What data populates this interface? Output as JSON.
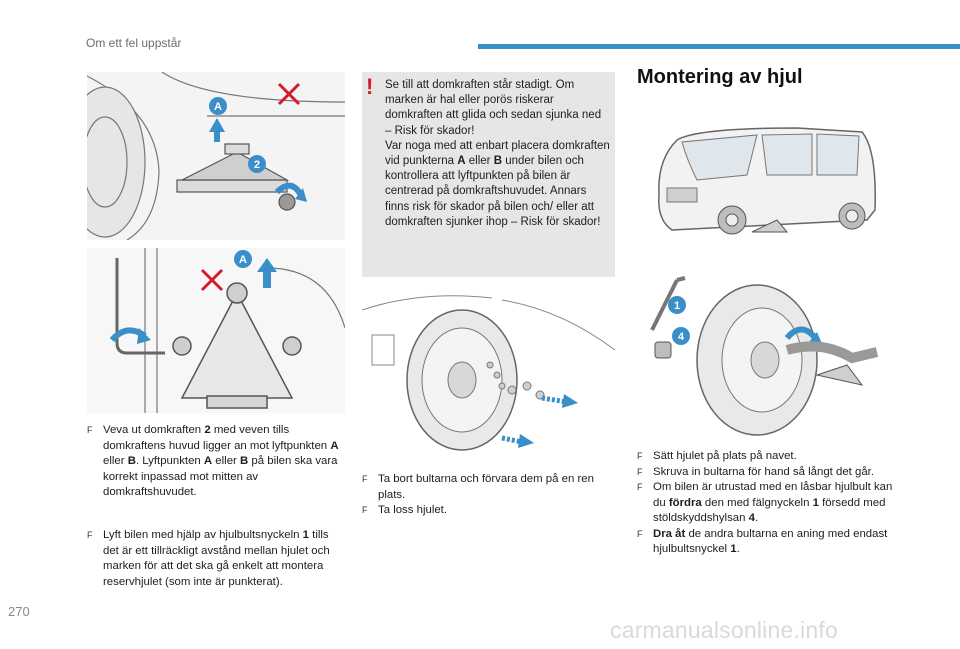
{
  "header": {
    "section": "Om ett fel uppstår",
    "accent": "#3b8fc9"
  },
  "figures": {
    "jack_top": {
      "labels": [
        "A",
        "2"
      ]
    },
    "jack_bottom": {
      "labels": [
        "A"
      ]
    },
    "wheel_off": {
      "labels": []
    },
    "van": {
      "labels": []
    },
    "wheel_on": {
      "labels": [
        "1",
        "4"
      ]
    }
  },
  "warning": {
    "mark": "!",
    "text_parts": [
      "Se till att domkraften står stadigt. Om marken är hal eller porös riskerar domkraften att glida och sedan sjunka ned – Risk för skador!",
      "Var noga med att enbart placera domkraften vid punkterna ",
      "A",
      " eller ",
      "B",
      " under bilen och kontrollera att lyftpunkten på bilen är centrerad på domkraftshuvudet. Annars finns risk för skador på bilen och/ eller att domkraften sjunker ihop – Risk för skador!"
    ]
  },
  "section_title": "Montering av hjul",
  "col1": {
    "item1": [
      "Veva ut domkraften ",
      "2",
      " med veven tills domkraftens huvud ligger an mot lyftpunkten ",
      "A",
      " eller ",
      "B",
      ". Lyftpunkten ",
      "A",
      " eller ",
      "B",
      " på bilen ska vara korrekt inpassad mot mitten av domkraftshuvudet."
    ],
    "item2": [
      "Lyft bilen med hjälp av hjulbultsnyckeln ",
      "1",
      " tills det är ett tillräckligt avstånd mellan hjulet och marken för att det ska gå enkelt att montera reservhjulet (som inte är punkterat)."
    ]
  },
  "col2": {
    "items": [
      "Ta bort bultarna och förvara dem på en ren plats.",
      "Ta loss hjulet."
    ]
  },
  "col3": {
    "item1": "Sätt hjulet på plats på navet.",
    "item2": "Skruva in bultarna för hand så långt det går.",
    "item3": [
      "Om bilen är utrustad med en låsbar hjulbult kan du ",
      "fördra",
      " den med fälgnyckeln ",
      "1",
      " försedd med stöldskyddshylsan ",
      "4",
      "."
    ],
    "item4": [
      "Dra åt",
      " de andra bultarna en aning med endast hjulbultsnyckel ",
      "1",
      "."
    ]
  },
  "bullet_glyph": "F",
  "page_number": "270",
  "watermark": "carmanualsonline.info"
}
